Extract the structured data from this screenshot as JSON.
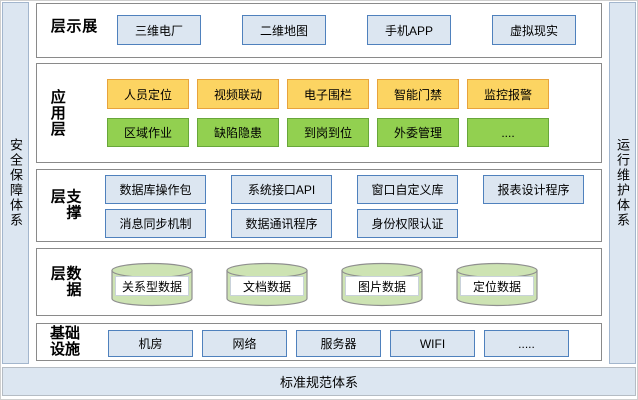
{
  "colors": {
    "frame_border": "#cfcfcf",
    "panel_border": "#8a8a8a",
    "side_fill": "#dce6f1",
    "side_border": "#a3b6cd",
    "box_blue_fill": "#dce6f1",
    "box_blue_border": "#4f81bd",
    "box_yellow_fill": "#fcd462",
    "box_yellow_border": "#e8a33c",
    "box_green_fill": "#92d050",
    "box_green_border": "#68a73a",
    "cyl_fill": "#cde3b3",
    "cyl_border": "#8f8f8f"
  },
  "left_sidebar": {
    "label": "安全保障体系"
  },
  "right_sidebar": {
    "label": "运行维护体系"
  },
  "bottom_bar": {
    "label": "标准规范体系"
  },
  "layers": {
    "presentation": {
      "title": "展示层",
      "items": [
        "三维电厂",
        "二维地图",
        "手机APP",
        "虚拟现实"
      ]
    },
    "application": {
      "title": "应用层",
      "row1": [
        "人员定位",
        "视频联动",
        "电子围栏",
        "智能门禁",
        "监控报警"
      ],
      "row2": [
        "区域作业",
        "缺陷隐患",
        "到岗到位",
        "外委管理",
        "...."
      ]
    },
    "support": {
      "title": "支撑层",
      "row1": [
        "数据库操作包",
        "系统接口API",
        "窗口自定义库",
        "报表设计程序"
      ],
      "row2": [
        "消息同步机制",
        "数据通讯程序",
        "身份权限认证"
      ]
    },
    "data": {
      "title": "数据层",
      "items": [
        "关系型数据",
        "文档数据",
        "图片数据",
        "定位数据"
      ]
    },
    "infrastructure": {
      "title": "基础设施",
      "items": [
        "机房",
        "网络",
        "服务器",
        "WIFI",
        "....."
      ]
    }
  }
}
